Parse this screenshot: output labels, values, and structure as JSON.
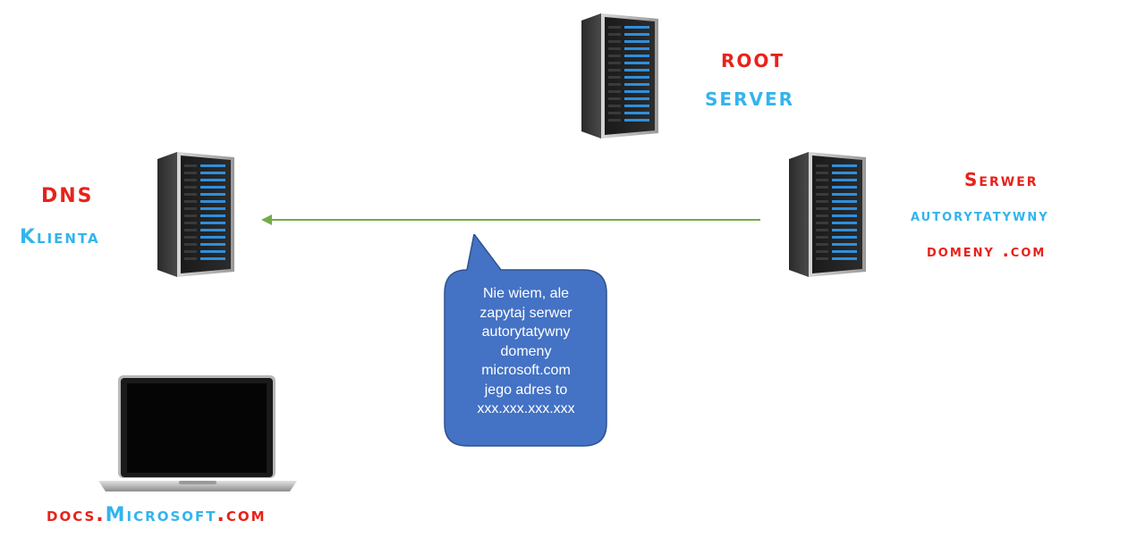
{
  "labels": {
    "root_line1": "ROOT",
    "root_line2": "SERVER",
    "dns_line1": "DNS",
    "dns_line2": "Klienta",
    "auth_line1": "Serwer",
    "auth_line2": "autorytatywny",
    "auth_line3": "domeny .com",
    "laptop_part1": "docs.",
    "laptop_part2": "Microsoft",
    "laptop_part3": ".com"
  },
  "bubble": {
    "lines": [
      "Nie wiem, ale",
      "zapytaj serwer",
      "autorytatywny",
      "domeny",
      "microsoft.com",
      "jego adres to",
      "xxx.xxx.xxx.xxx"
    ]
  },
  "colors": {
    "label_red": "#e8221b",
    "label_blue": "#33b4ec",
    "arrow": "#70ad47",
    "bubble_fill": "#4472c4",
    "bubble_stroke": "#2f528f"
  },
  "icons": {
    "servers": "server-rack-icon",
    "laptop": "laptop-icon",
    "arrow": "arrow-left-icon"
  }
}
